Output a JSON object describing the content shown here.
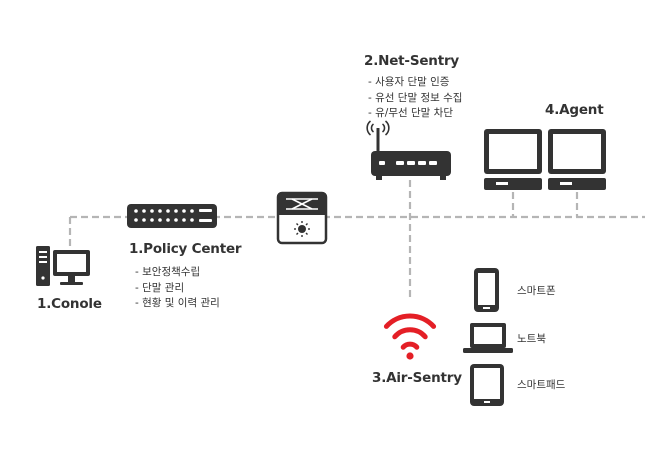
{
  "colors": {
    "device": "#333333",
    "line": "#b5b5b5",
    "wifi": "#e41f26",
    "text": "#333333",
    "background": "#ffffff"
  },
  "nodes": {
    "console": {
      "title": "1.Conole",
      "icon": "desktop-pc-icon"
    },
    "policy_center": {
      "title": "1.Policy Center",
      "icon": "network-switch-icon",
      "features": [
        "보안정책수립",
        "단말 관리",
        "현황 및 이력 관리"
      ]
    },
    "gateway": {
      "icon": "firewall-router-icon"
    },
    "net_sentry": {
      "title": "2.Net-Sentry",
      "icon": "wireless-router-icon",
      "features": [
        "사용자 단말 인증",
        "유선 단말 정보 수집",
        "유/무선 단말 차단"
      ]
    },
    "air_sentry": {
      "title": "3.Air-Sentry",
      "icon": "wifi-signal-icon"
    },
    "agent": {
      "title": "4.Agent",
      "icon": "monitor-icon"
    }
  },
  "wireless_devices": [
    {
      "label": "스마트폰",
      "icon": "smartphone-icon"
    },
    {
      "label": "노트북",
      "icon": "laptop-icon"
    },
    {
      "label": "스마트패드",
      "icon": "tablet-icon"
    }
  ]
}
